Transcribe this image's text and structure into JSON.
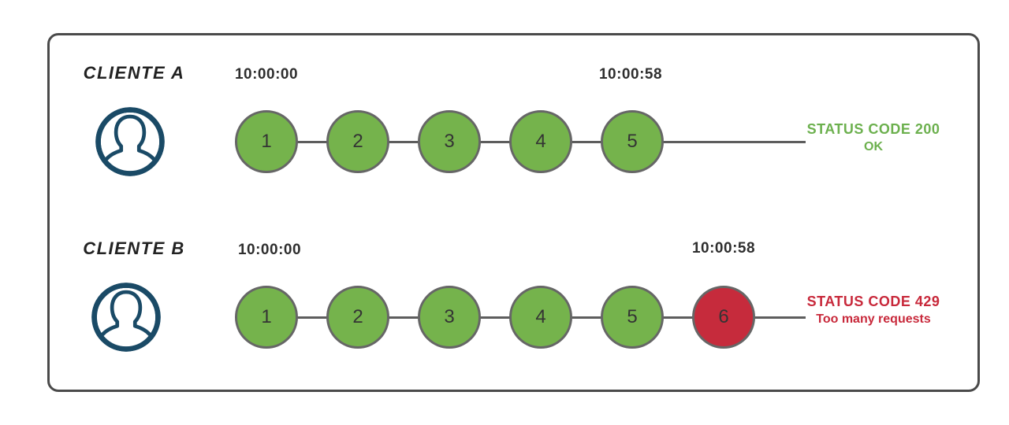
{
  "colors": {
    "circle_green": "#75B34C",
    "circle_red": "#C62B3C",
    "circle_border": "#666666",
    "track_gray": "#5d5d5d",
    "frame_border": "#4a4a4a",
    "icon_navy": "#1A4A66",
    "status_green_text": "#6CB04E",
    "status_red_text": "#C8293B",
    "label_text": "#222222",
    "timestamp_text": "#2e2e2e"
  },
  "rows": [
    {
      "client_label": "CLIENTE A",
      "start_time": "10:00:00",
      "end_time": "10:00:58",
      "requests": [
        {
          "n": "1",
          "state": "ok"
        },
        {
          "n": "2",
          "state": "ok"
        },
        {
          "n": "3",
          "state": "ok"
        },
        {
          "n": "4",
          "state": "ok"
        },
        {
          "n": "5",
          "state": "ok"
        }
      ],
      "status_line1": "STATUS CODE 200",
      "status_line2": "OK"
    },
    {
      "client_label": "CLIENTE B",
      "start_time": "10:00:00",
      "end_time": "10:00:58",
      "requests": [
        {
          "n": "1",
          "state": "ok"
        },
        {
          "n": "2",
          "state": "ok"
        },
        {
          "n": "3",
          "state": "ok"
        },
        {
          "n": "4",
          "state": "ok"
        },
        {
          "n": "5",
          "state": "ok"
        },
        {
          "n": "6",
          "state": "blocked"
        }
      ],
      "status_line1": "STATUS CODE 429",
      "status_line2": "Too many requests"
    }
  ]
}
